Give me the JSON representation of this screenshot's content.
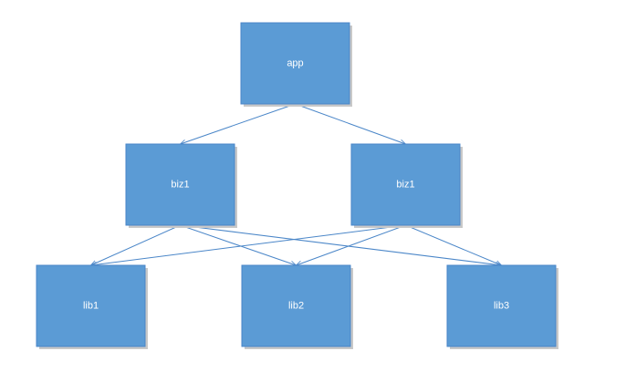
{
  "colors": {
    "node_fill": "#5b9bd5",
    "edge": "#4a86c8",
    "label": "#ffffff",
    "background": "#ffffff"
  },
  "nodes": [
    {
      "id": "app",
      "label": "app"
    },
    {
      "id": "biz1a",
      "label": "biz1"
    },
    {
      "id": "biz1b",
      "label": "biz1"
    },
    {
      "id": "lib1",
      "label": "lib1"
    },
    {
      "id": "lib2",
      "label": "lib2"
    },
    {
      "id": "lib3",
      "label": "lib3"
    }
  ],
  "edges": [
    {
      "from": "app",
      "to": "biz1a"
    },
    {
      "from": "app",
      "to": "biz1b"
    },
    {
      "from": "biz1a",
      "to": "lib1"
    },
    {
      "from": "biz1a",
      "to": "lib2"
    },
    {
      "from": "biz1a",
      "to": "lib3"
    },
    {
      "from": "biz1b",
      "to": "lib1"
    },
    {
      "from": "biz1b",
      "to": "lib2"
    },
    {
      "from": "biz1b",
      "to": "lib3"
    }
  ]
}
